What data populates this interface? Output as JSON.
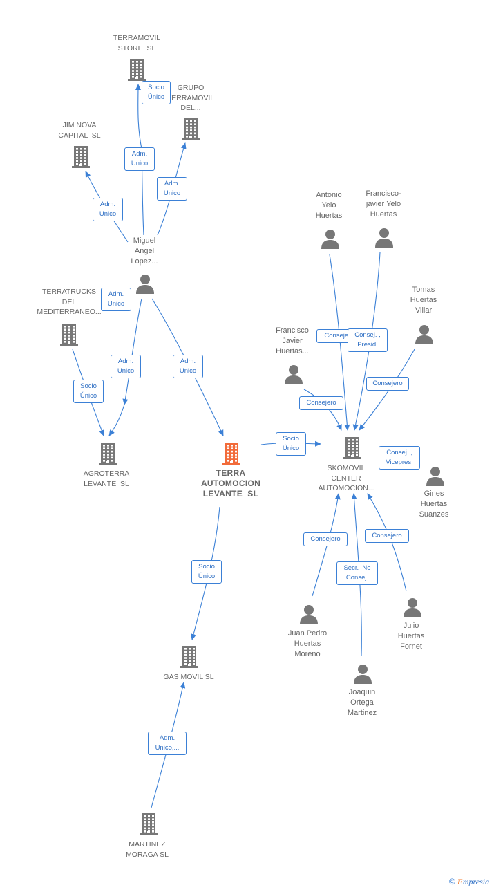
{
  "colors": {
    "edge": "#3b80d6",
    "node": "#777777",
    "highlight": "#f26b3a",
    "label_text": "#2e6fc4"
  },
  "nodes": [
    {
      "id": "terramovil",
      "type": "company",
      "name": "TERRAMOVIL\nSTORE  SL"
    },
    {
      "id": "grupo",
      "type": "company",
      "name": "GRUPO\nTERRAMOVIL\nDEL..."
    },
    {
      "id": "jimnova",
      "type": "company",
      "name": "JIM NOVA\nCAPITAL  SL"
    },
    {
      "id": "miguel",
      "type": "person",
      "name": "Miguel\nAngel\nLopez..."
    },
    {
      "id": "terratrucks",
      "type": "company",
      "name": "TERRATRUCKS\nDEL\nMEDITERRANEO..."
    },
    {
      "id": "agroterra",
      "type": "company",
      "name": "AGROTERRA\nLEVANTE  SL"
    },
    {
      "id": "terra",
      "type": "main",
      "name": "TERRA\nAUTOMOCION\nLEVANTE  SL"
    },
    {
      "id": "gasmovil",
      "type": "company",
      "name": "GAS MOVIL SL"
    },
    {
      "id": "martinez",
      "type": "company",
      "name": "MARTINEZ\nMORAGA SL"
    },
    {
      "id": "skomovil",
      "type": "company",
      "name": "SKOMOVIL\nCENTER\nAUTOMOCION..."
    },
    {
      "id": "antonio",
      "type": "person",
      "name": "Antonio\nYelo\nHuertas"
    },
    {
      "id": "franjav",
      "type": "person",
      "name": "Francisco-\njavier Yelo\nHuertas"
    },
    {
      "id": "tomas",
      "type": "person",
      "name": "Tomas\nHuertas\nVillar"
    },
    {
      "id": "francisco",
      "type": "person",
      "name": "Francisco\nJavier\nHuertas..."
    },
    {
      "id": "gines",
      "type": "person",
      "name": "Gines\nHuertas\nSuanzes"
    },
    {
      "id": "juanpedro",
      "type": "person",
      "name": "Juan Pedro\nHuertas\nMoreno"
    },
    {
      "id": "joaquin",
      "type": "person",
      "name": "Joaquin\nOrtega\nMartinez"
    },
    {
      "id": "julio",
      "type": "person",
      "name": "Julio\nHuertas\nFornet"
    }
  ],
  "edges": [
    {
      "label": "Socio\nÚnico"
    },
    {
      "label": "Adm.\nUnico"
    },
    {
      "label": "Adm.\nUnico"
    },
    {
      "label": "Adm.\nUnico"
    },
    {
      "label": "Adm.\nUnico"
    },
    {
      "label": "Adm.\nUnico"
    },
    {
      "label": "Adm.\nUnico"
    },
    {
      "label": "Socio\nÚnico"
    },
    {
      "label": "Socio\nÚnico"
    },
    {
      "label": "Socio\nÚnico"
    },
    {
      "label": "Adm.\nUnico,..."
    },
    {
      "label": "Consejero"
    },
    {
      "label": "Consej. ,\nPresid."
    },
    {
      "label": "Consejero"
    },
    {
      "label": "Consejero"
    },
    {
      "label": "Consej. ,\nVicepres."
    },
    {
      "label": "Consejero"
    },
    {
      "label": "Secr.  No\nConsej."
    },
    {
      "label": "Consejero"
    }
  ],
  "footer": {
    "copyright": "©",
    "brand_first": "E",
    "brand_rest": "mpresia"
  }
}
